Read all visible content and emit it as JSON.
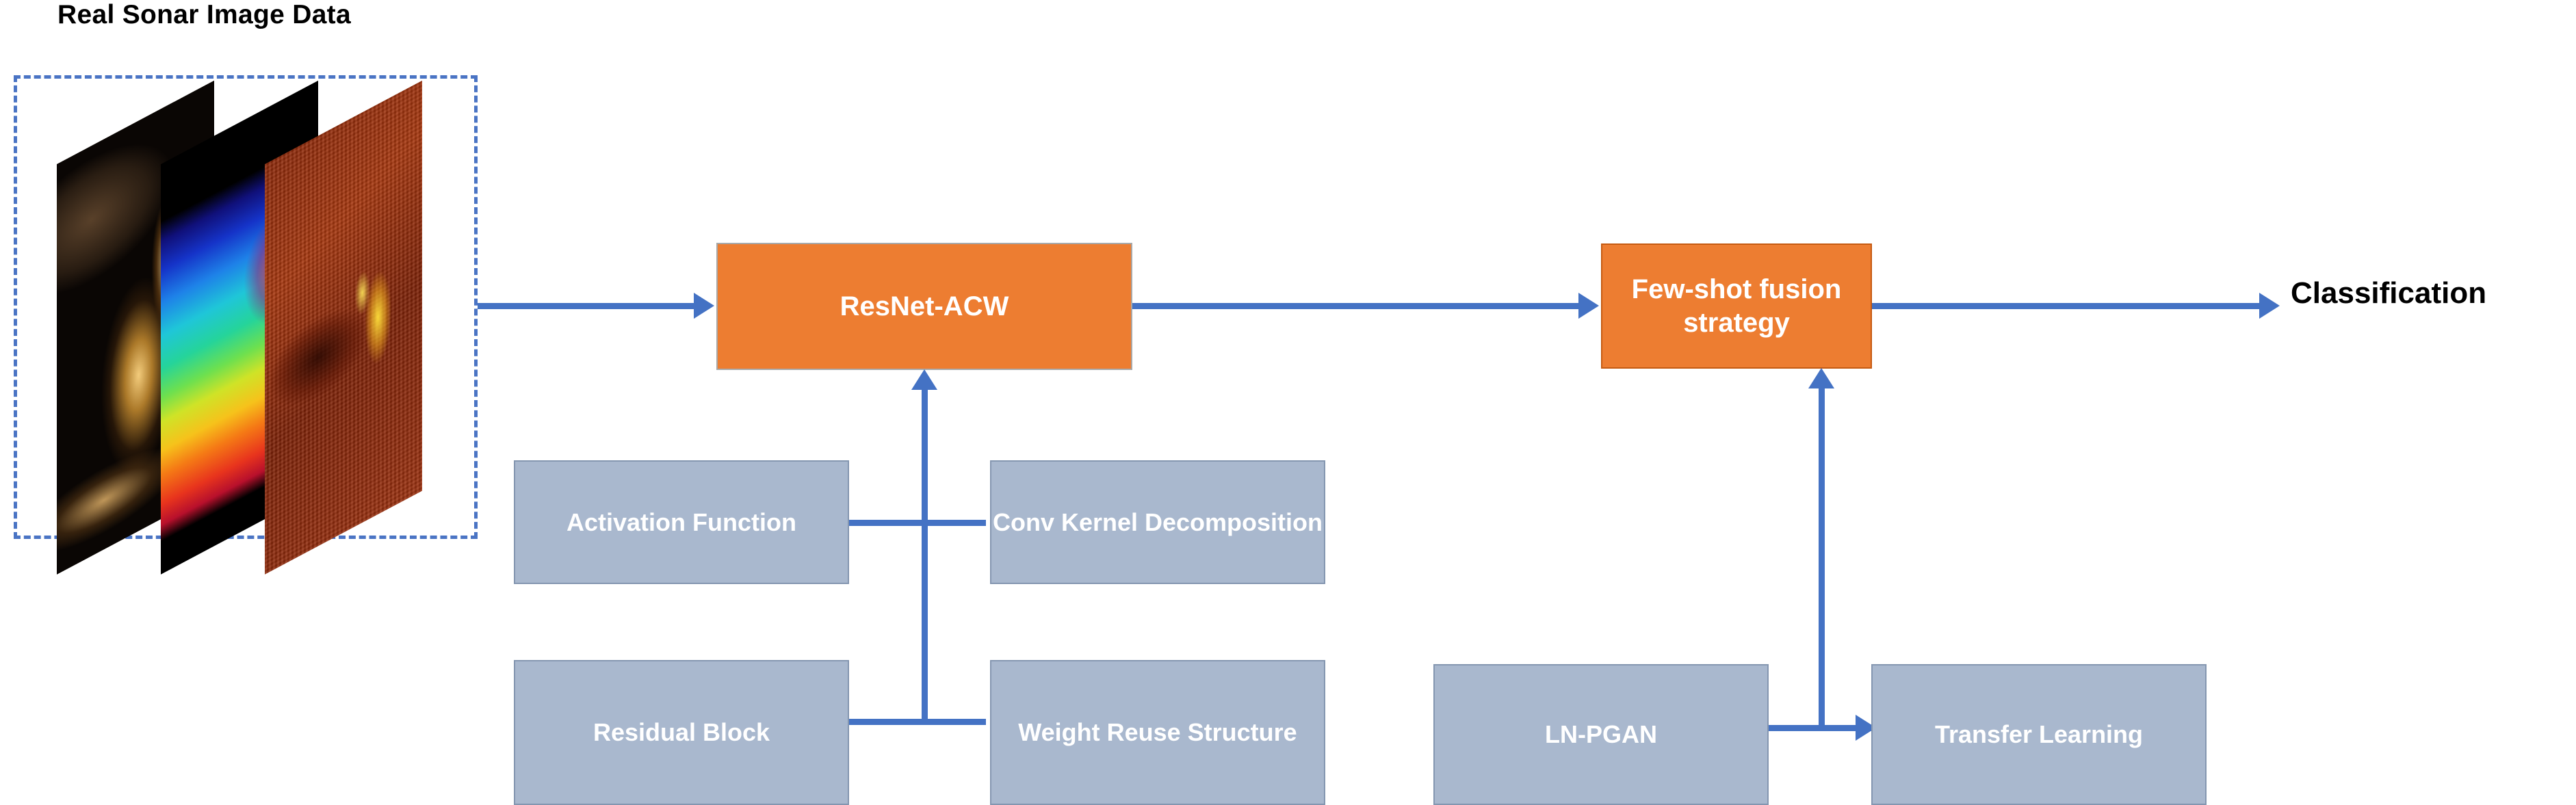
{
  "diagram": {
    "title": "Real Sonar Image Data",
    "input_group": {
      "label": "Real Sonar Image Data",
      "border_color": "#4A74C4",
      "border_style": "dashed",
      "images": [
        {
          "name": "sonar-image-side-scan-gold",
          "palette": "dark brown / gold"
        },
        {
          "name": "sonar-image-jet-colormap",
          "palette": "rainbow jet"
        },
        {
          "name": "sonar-image-pixelated-red",
          "palette": "dark red / orange"
        }
      ]
    },
    "stages": {
      "resnet_acw": "ResNet-ACW",
      "few_shot_fusion": "Few-shot fusion strategy",
      "output": "Classification"
    },
    "resnet_components": [
      {
        "label": "Activation Function"
      },
      {
        "label": "Conv Kernel Decomposition"
      },
      {
        "label": "Residual Block"
      },
      {
        "label": "Weight Reuse Structure"
      }
    ],
    "fusion_components": [
      {
        "label": "LN-PGAN"
      },
      {
        "label": "Transfer Learning"
      }
    ],
    "colors": {
      "stage_fill": "#ED7D31",
      "component_fill": "#A9B8CE",
      "component_border": "#8496B0",
      "connector": "#4472C4",
      "text_on_fill": "#FFFFFF",
      "label_text": "#000000"
    },
    "arrows": [
      {
        "name": "input-to-resnet",
        "from": "Real Sonar Image Data",
        "to": "ResNet-ACW"
      },
      {
        "name": "resnet-to-fusion",
        "from": "ResNet-ACW",
        "to": "Few-shot fusion strategy"
      },
      {
        "name": "fusion-to-output",
        "from": "Few-shot fusion strategy",
        "to": "Classification"
      },
      {
        "name": "components-to-resnet",
        "from": "ResNet-ACW components",
        "to": "ResNet-ACW"
      },
      {
        "name": "components-to-fusion",
        "from": "LN-PGAN / Transfer Learning",
        "to": "Few-shot fusion strategy"
      }
    ]
  }
}
